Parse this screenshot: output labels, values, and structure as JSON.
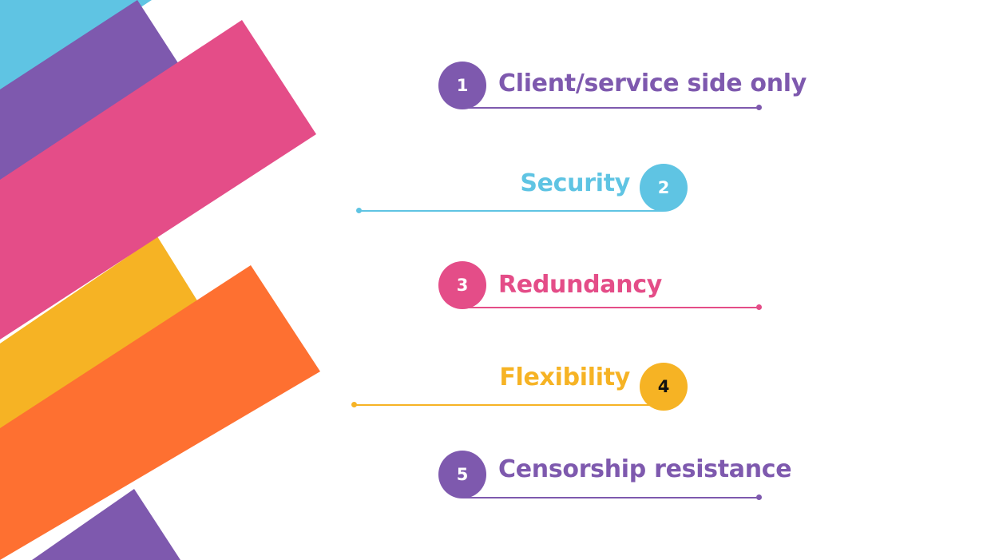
{
  "colors": {
    "purple": "#7e59ae",
    "cyan": "#5fc4e3",
    "pink": "#e44d88",
    "yellow": "#f6b324",
    "orange": "#fe7031"
  },
  "items": [
    {
      "number": "1",
      "label": "Client/service side only",
      "color": "#7e59ae",
      "number_color": "#ffffff"
    },
    {
      "number": "2",
      "label": "Security",
      "color": "#5fc4e3",
      "number_color": "#ffffff"
    },
    {
      "number": "3",
      "label": "Redundancy",
      "color": "#e44d88",
      "number_color": "#ffffff"
    },
    {
      "number": "4",
      "label": "Flexibility",
      "color": "#f6b324",
      "number_color": "#111111"
    },
    {
      "number": "5",
      "label": "Censorship resistance",
      "color": "#7e59ae",
      "number_color": "#ffffff"
    }
  ]
}
